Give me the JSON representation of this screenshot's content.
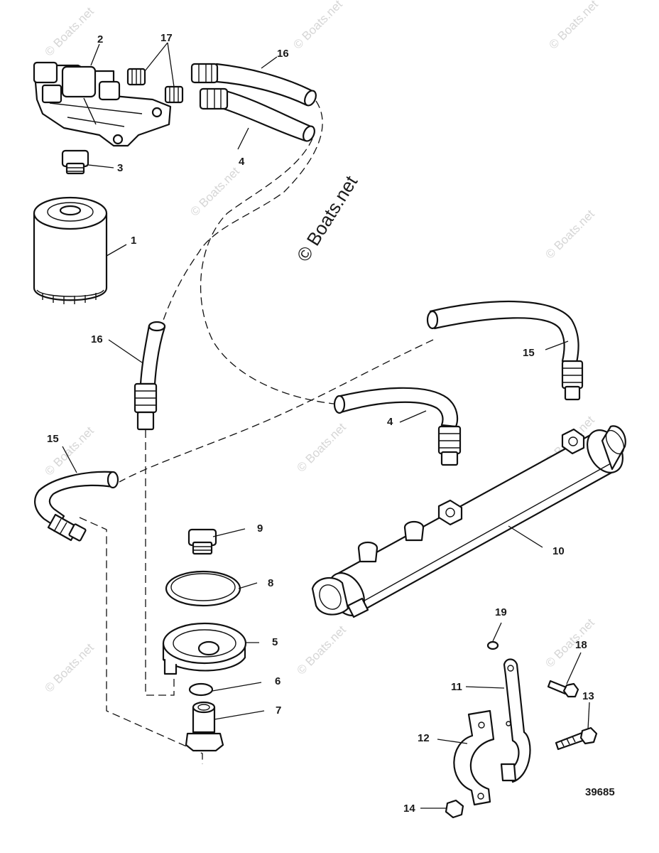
{
  "watermark": {
    "main_text": "© Boats.net",
    "repeated_text": "© Boats.net"
  },
  "diagram_number": "39685",
  "callouts": {
    "c1": "1",
    "c2": "2",
    "c3": "3",
    "c4a": "4",
    "c4b": "4",
    "c5": "5",
    "c6": "6",
    "c7": "7",
    "c8": "8",
    "c9": "9",
    "c10": "10",
    "c11": "11",
    "c12": "12",
    "c13": "13",
    "c14": "14",
    "c15a": "15",
    "c15b": "15",
    "c16a": "16",
    "c16b": "16",
    "c17": "17",
    "c18": "18",
    "c19": "19"
  },
  "colors": {
    "ink": "#111111",
    "watermark": "#d6d6d6",
    "background": "#ffffff"
  }
}
